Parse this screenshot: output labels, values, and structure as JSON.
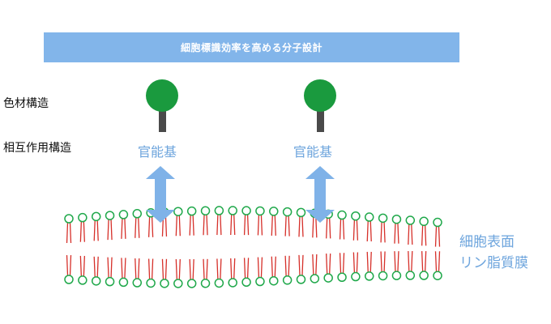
{
  "title": "細胞標識効率を高める分子設計",
  "row_labels": {
    "dye": "色材構造",
    "interaction": "相互作用構造"
  },
  "molecules": [
    {
      "group_label": "官能基"
    },
    {
      "group_label": "官能基"
    }
  ],
  "membrane": {
    "line1": "細胞表面",
    "line2": "リン脂質膜"
  },
  "colors": {
    "banner": "#82b5ea",
    "dye_head": "#1a9a3e",
    "stem": "#4a4a4a",
    "arrow": "#7fb2e8",
    "lipid_head_stroke": "#1fa84a",
    "lipid_tail": "#d6302a",
    "accent_text": "#6ea5dd"
  }
}
